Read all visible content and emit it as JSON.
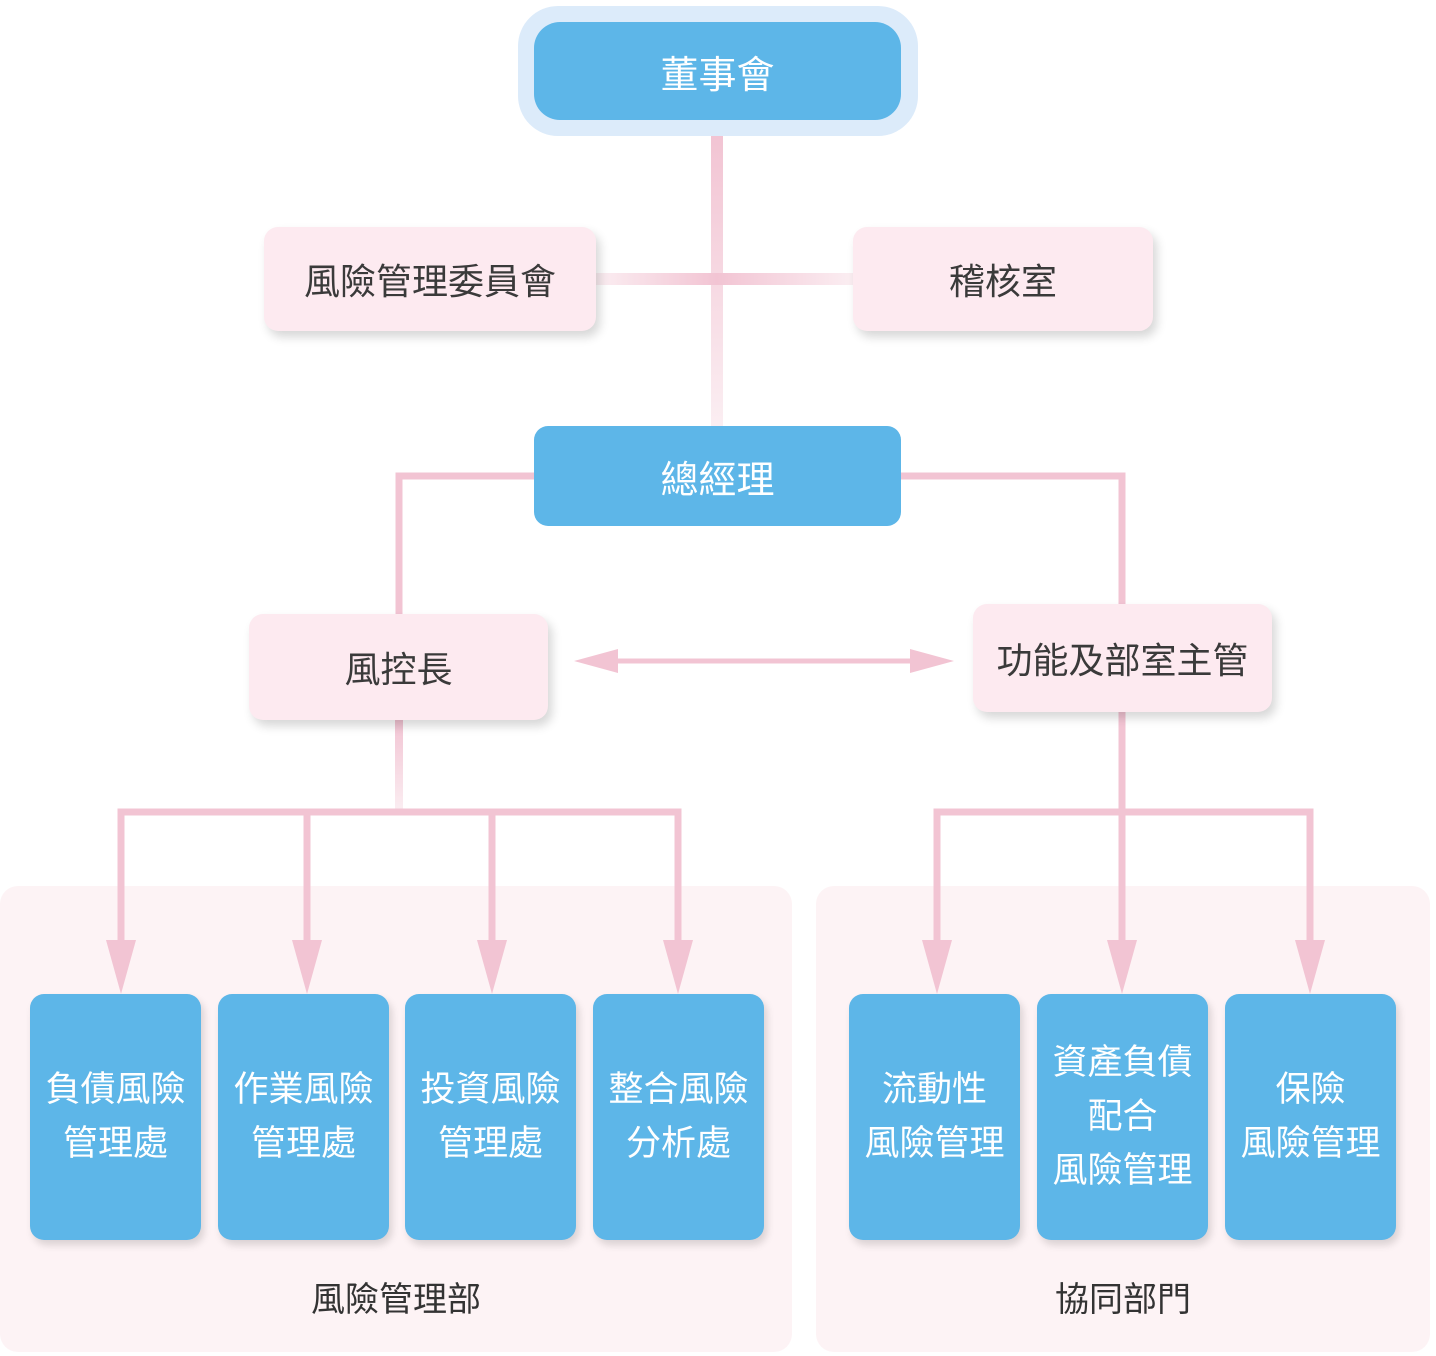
{
  "colors": {
    "primary_blue": "#5db6e8",
    "board_halo": "#dcebfa",
    "pink_box": "#fdeaf0",
    "connector_pink": "#f2c4d3",
    "group_panel": "#fdf3f5"
  },
  "board": {
    "label": "董事會"
  },
  "risk_committee": {
    "label": "風險管理委員會"
  },
  "audit_office": {
    "label": "稽核室"
  },
  "general_manager": {
    "label": "總經理"
  },
  "cro": {
    "label": "風控長"
  },
  "dept_heads": {
    "label": "功能及部室主管"
  },
  "risk_management_dept": {
    "label": "風險管理部",
    "units": [
      {
        "lines": [
          "負債風險",
          "管理處"
        ]
      },
      {
        "lines": [
          "作業風險",
          "管理處"
        ]
      },
      {
        "lines": [
          "投資風險",
          "管理處"
        ]
      },
      {
        "lines": [
          "整合風險",
          "分析處"
        ]
      }
    ]
  },
  "collaborating_depts": {
    "label": "協同部門",
    "units": [
      {
        "lines": [
          "流動性",
          "風險管理"
        ]
      },
      {
        "lines": [
          "資產負債",
          "配合",
          "風險管理"
        ]
      },
      {
        "lines": [
          "保險",
          "風險管理"
        ]
      }
    ]
  }
}
